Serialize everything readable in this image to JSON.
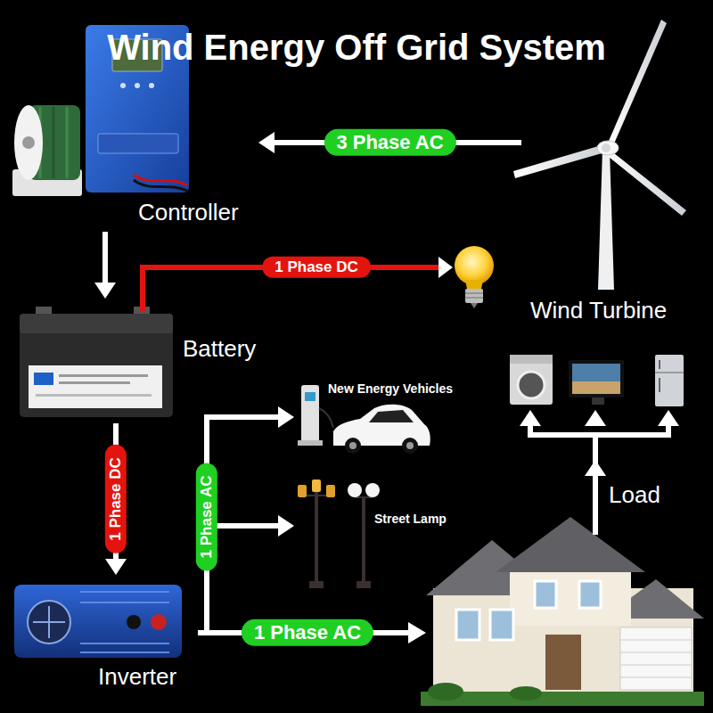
{
  "diagram": {
    "title": "Wind Energy Off Grid System",
    "nodes": [
      {
        "text": [
          "Controller"
        ]
      },
      {
        "text": [
          "Wind Turbine"
        ]
      },
      {
        "text": [
          "Battery"
        ]
      },
      {
        "text": [
          "New Energy Vehicles"
        ]
      },
      {
        "text": [
          "Street Lamp"
        ]
      },
      {
        "text": [
          "Inverter"
        ]
      }
    ],
    "edges": [
      {
        "from": 1,
        "to": 0,
        "arrow": "to",
        "label": "3 Phase AC"
      },
      {
        "from": 0,
        "to": 2,
        "arrow": "to"
      },
      {
        "from": 2,
        "to": 5,
        "arrow": "to",
        "label": "1 Phase DC"
      },
      {
        "from": 5,
        "to": 3,
        "arrow": "to"
      },
      {
        "from": 5,
        "to": 4,
        "arrow": "to"
      }
    ],
    "labels": [
      "1 Phase DC",
      "1 Phase AC",
      "1 Phase AC",
      "Load"
    ]
  }
}
